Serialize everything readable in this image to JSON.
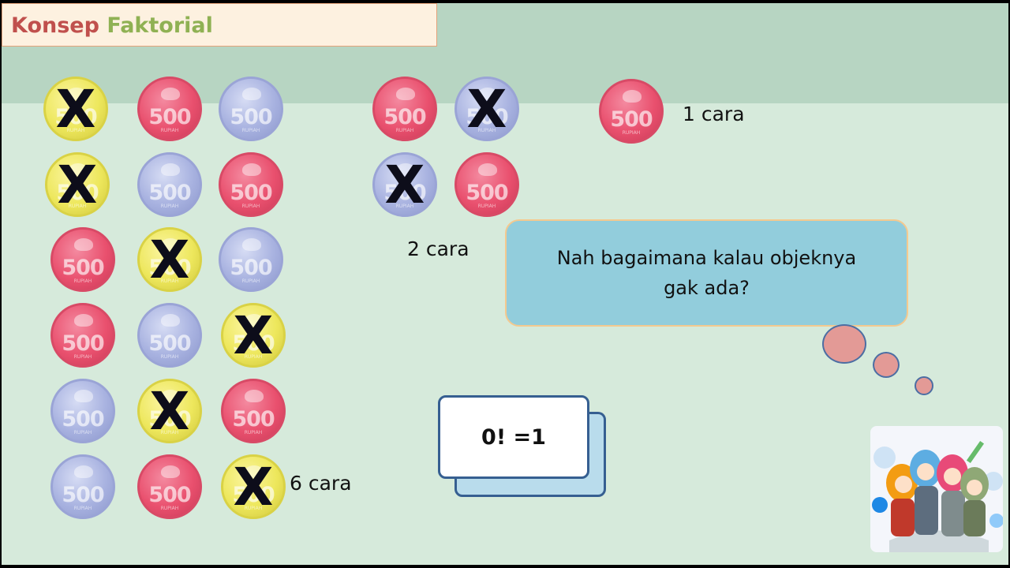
{
  "title": {
    "word1": "Konsep",
    "word2": "Faktorial"
  },
  "coin": {
    "value": "500",
    "rupiah": "RUPIAH",
    "mark": "X"
  },
  "labels": {
    "six_ways": "6 cara",
    "two_ways": "2 cara",
    "one_way": "1 cara"
  },
  "bubble_text": "Nah bagaimana kalau objeknya gak ada?",
  "formula": "0! =1",
  "colors": {
    "red_coin": "#e9506e",
    "blue_coin": "#a8b2e0",
    "yellow_coin": "#ede75c",
    "title_red": "#c0504d",
    "title_green": "#8fb153",
    "bubble": "#92cddc"
  },
  "illustration": "girls-with-hijab-illustration"
}
